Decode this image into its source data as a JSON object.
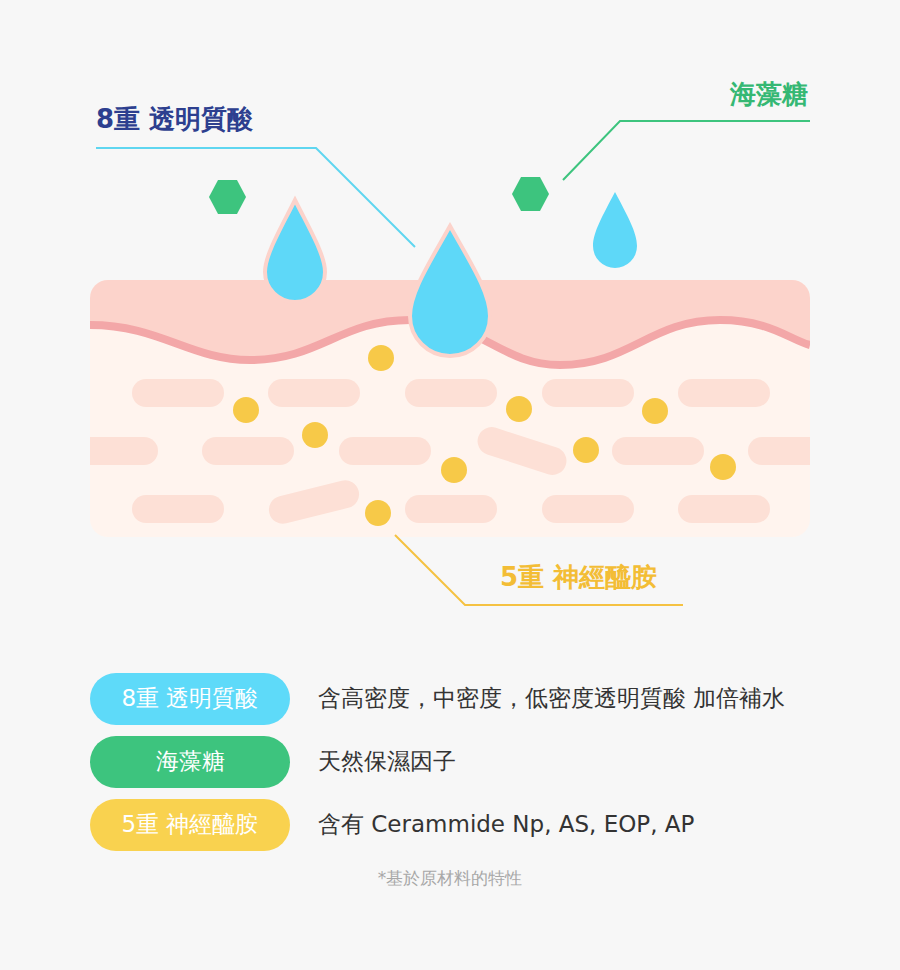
{
  "diagram": {
    "nodes": [
      {
        "text": [
          "8重 透明質酸"
        ]
      },
      {
        "text": [
          "海藻糖"
        ]
      },
      {
        "text": [
          "5重 神經醯胺"
        ]
      }
    ],
    "labels": [
      "8重 透明質酸",
      "海藻糖",
      "5重 神經醯胺",
      "含高密度，中密度，低密度透明質酸 加倍補水",
      "天然保濕因子",
      "含有 Cerammide Np, AS, EOP, AP",
      "*基於原材料的特性"
    ]
  }
}
